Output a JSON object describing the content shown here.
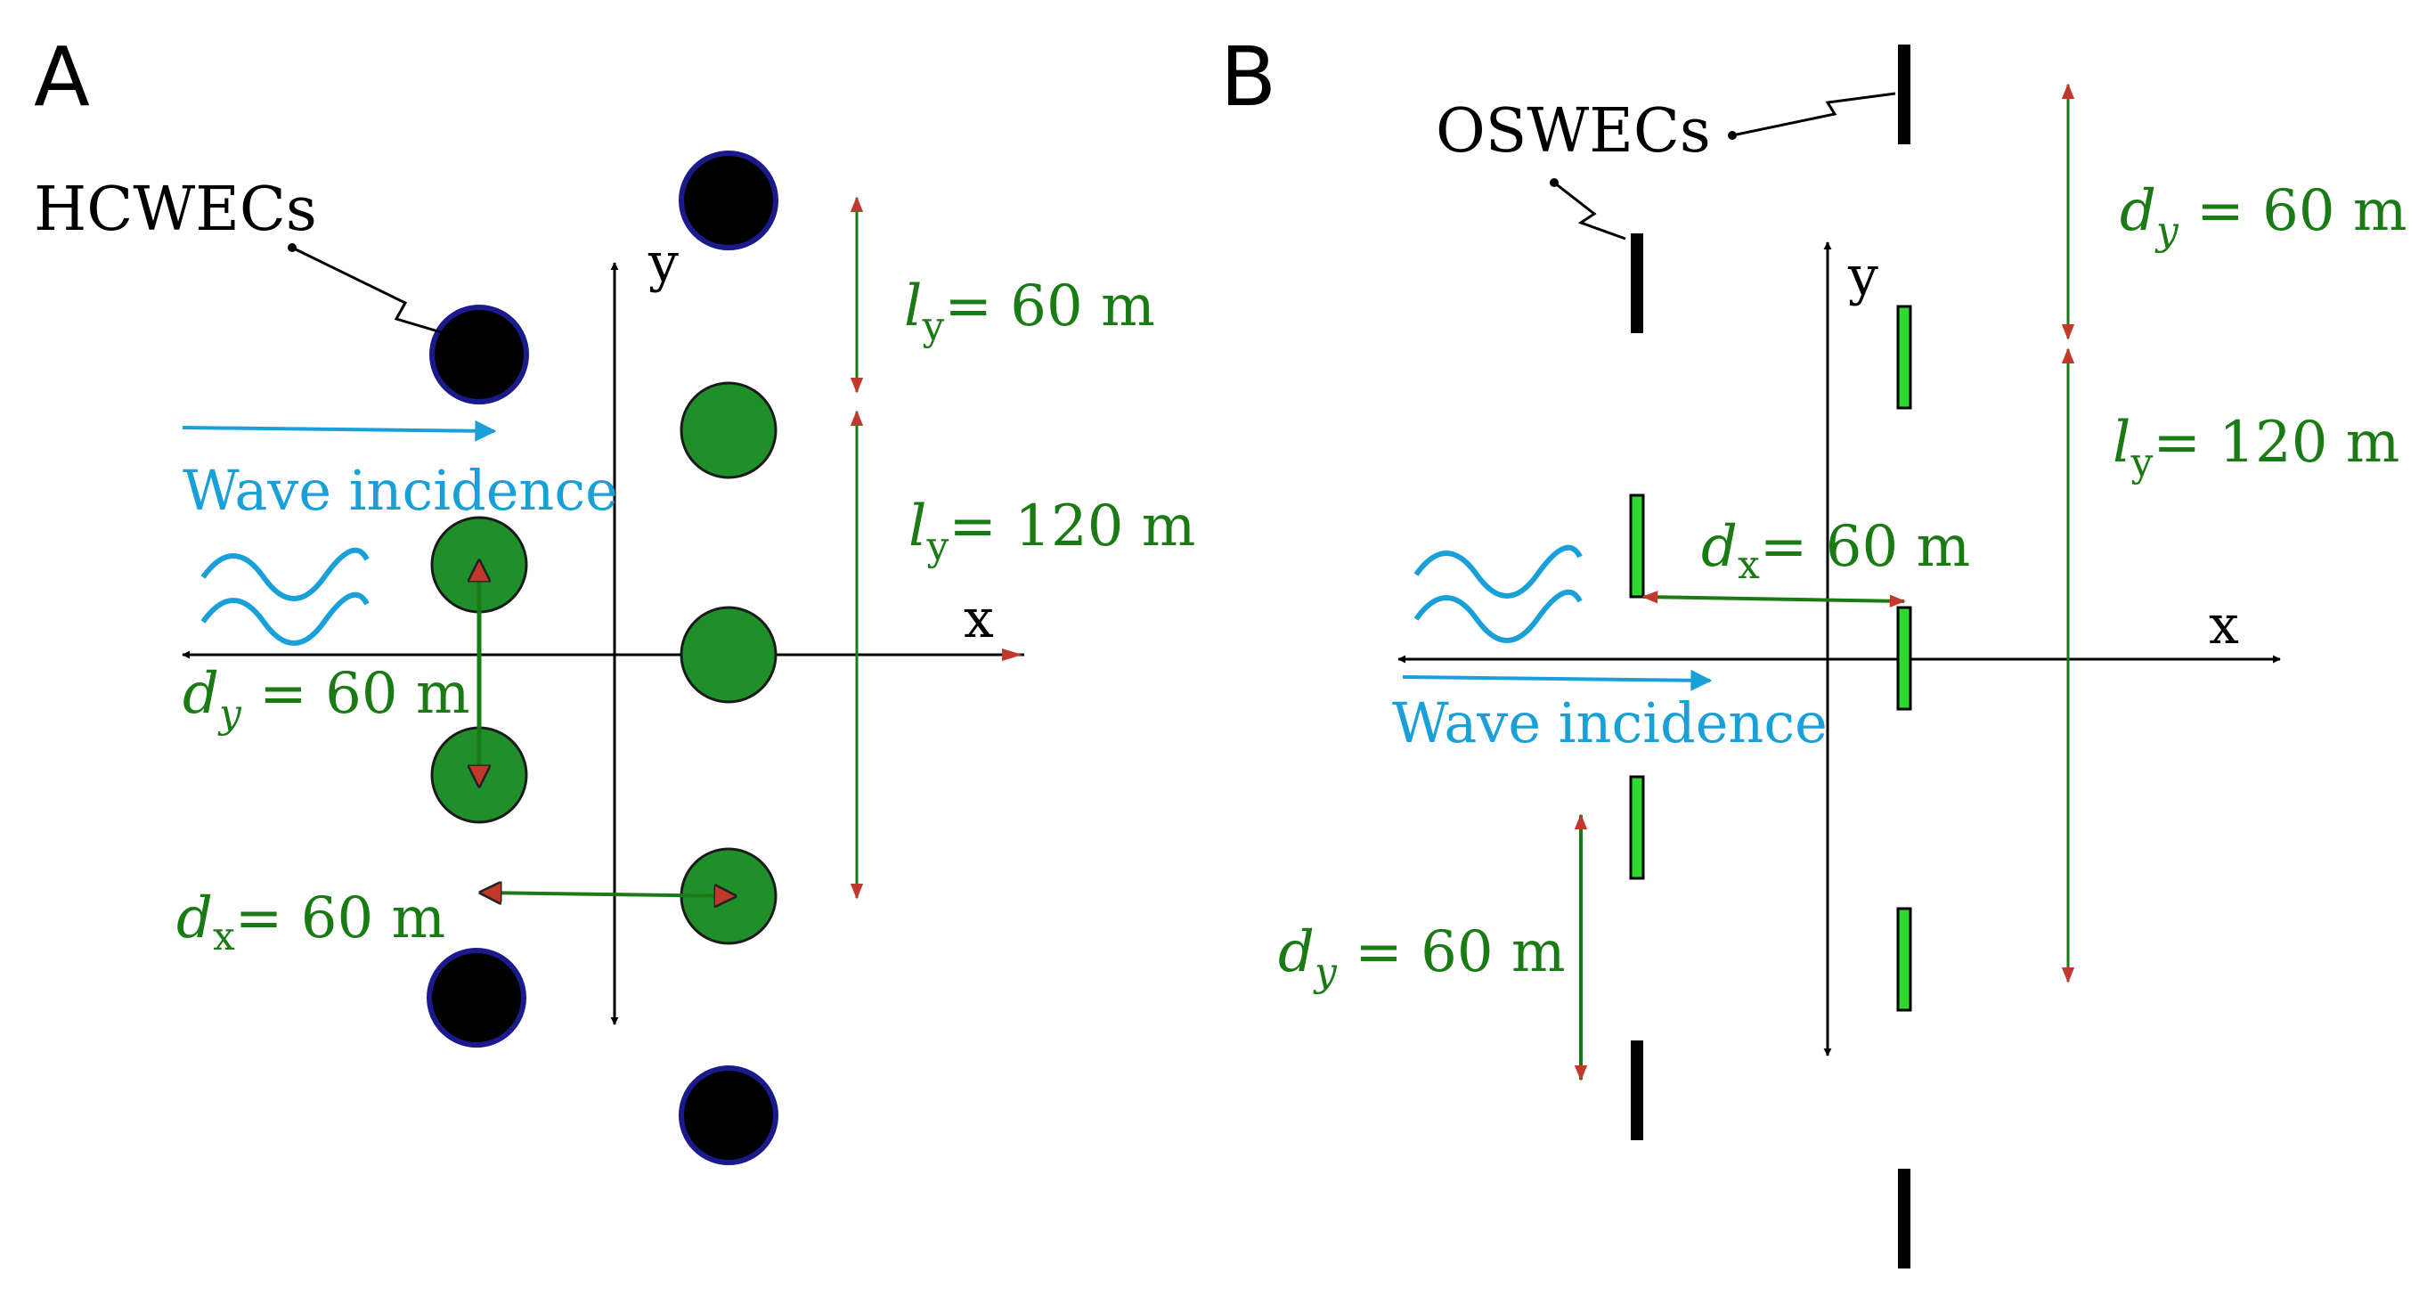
{
  "colors": {
    "axis": "#000000",
    "green": "#1a7a14",
    "device_green": "#1f8f2a",
    "bar_green": "#2ed82e",
    "navy": "#1a1a8c",
    "wave_blue": "#1aa0d8",
    "arrow_tip": "#c0392b"
  },
  "panel_a": {
    "letter": "A",
    "device_label": "HCWECs",
    "wave_label": "Wave incidence",
    "x_label": "x",
    "y_label": "y",
    "ly_small": {
      "symbol": "l",
      "sub": "y",
      "text": "= 60 m"
    },
    "ly_large": {
      "symbol": "l",
      "sub": "y",
      "text": "= 120 m"
    },
    "dy": {
      "symbol": "d",
      "sub": "y",
      "text": " = 60 m"
    },
    "dx": {
      "symbol": "d",
      "sub": "x",
      "text": "= 60 m"
    }
  },
  "panel_b": {
    "letter": "B",
    "device_label": "OSWECs",
    "wave_label": "Wave incidence",
    "x_label": "x",
    "y_label": "y",
    "dy_top": {
      "symbol": "d",
      "sub": "y",
      "text": " = 60 m"
    },
    "ly_large": {
      "symbol": "l",
      "sub": "y",
      "text": "= 120 m"
    },
    "dx": {
      "symbol": "d",
      "sub": "x",
      "text": "= 60 m"
    },
    "dy_bottom": {
      "symbol": "d",
      "sub": "y",
      "text": " = 60 m"
    }
  }
}
